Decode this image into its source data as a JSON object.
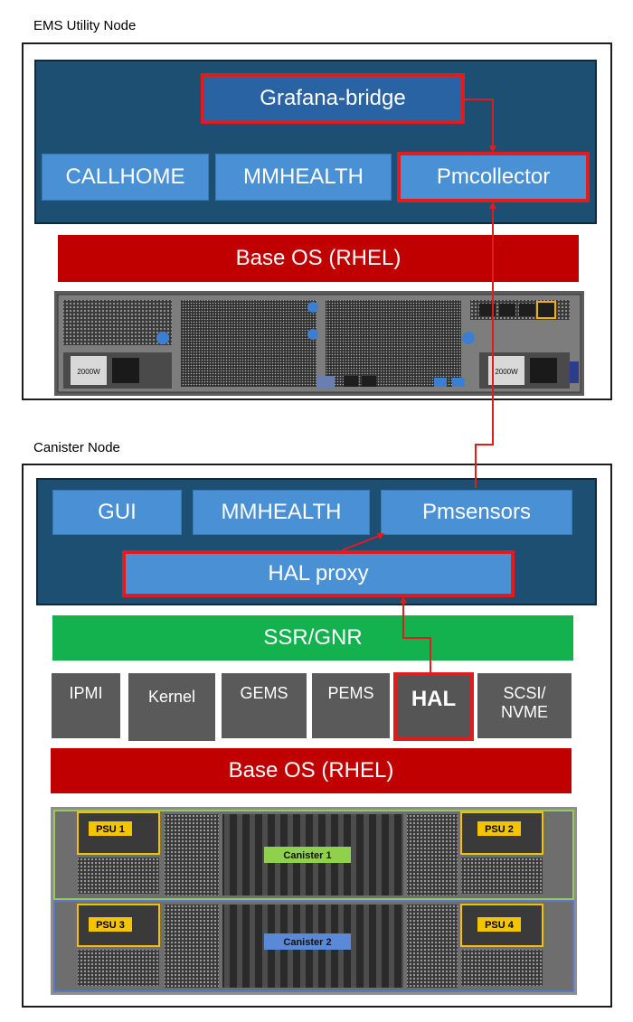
{
  "ems_node": {
    "label": "EMS Utility Node",
    "services": {
      "grafana": "Grafana-bridge",
      "callhome": "CALLHOME",
      "mmhealth": "MMHEALTH",
      "pmcollector": "Pmcollector"
    },
    "base_os": "Base OS (RHEL)",
    "psu_rating": "2000W"
  },
  "canister_node": {
    "label": "Canister Node",
    "services": {
      "gui": "GUI",
      "mmhealth": "MMHEALTH",
      "pmsensors": "Pmsensors",
      "hal_proxy": "HAL proxy"
    },
    "ssr": "SSR/GNR",
    "components": {
      "ipmi": "IPMI",
      "kernel": "Kernel",
      "gems": "GEMS",
      "pems": "PEMS",
      "hal": "HAL",
      "scsi": "SCSI/\nNVME"
    },
    "base_os": "Base OS (RHEL)",
    "hardware": {
      "psu1": "PSU 1",
      "psu2": "PSU 2",
      "psu3": "PSU 3",
      "psu4": "PSU 4",
      "canister1": "Canister 1",
      "canister2": "Canister 2"
    }
  },
  "colors": {
    "highlight": "#e21c1c",
    "service_blue": "#4a90d4",
    "panel_navy": "#1d4f72",
    "base_os_red": "#c00000",
    "ssr_green": "#14b24f",
    "component_gray": "#5a5a5a"
  }
}
